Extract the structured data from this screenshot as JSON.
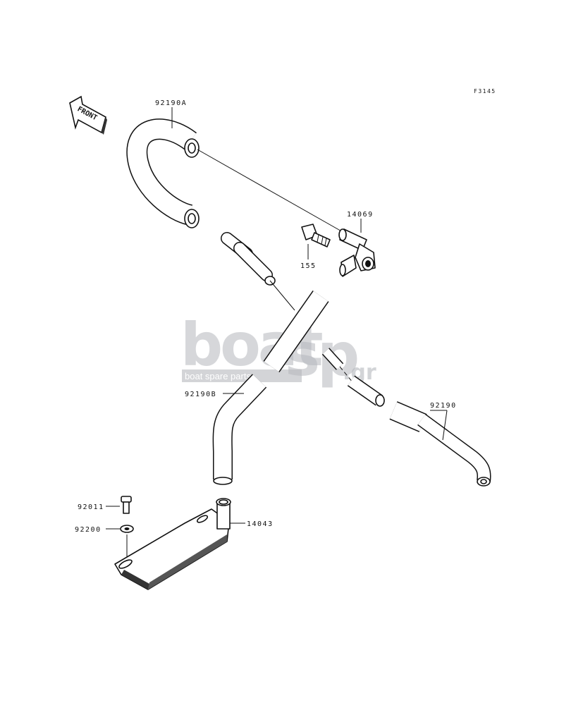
{
  "figure_code": "F3145",
  "front_label": "FRONT",
  "watermark": {
    "brand_left": "boat",
    "brand_right": "sp",
    "suffix": ".gr",
    "tagline": "boat spare parts"
  },
  "callouts": {
    "hose_a": "92190A",
    "fitting": "14069",
    "nipple": "155",
    "hose_b": "92190B",
    "hose": "92190",
    "bolt": "92011",
    "washer": "92200",
    "plate": "14043"
  }
}
